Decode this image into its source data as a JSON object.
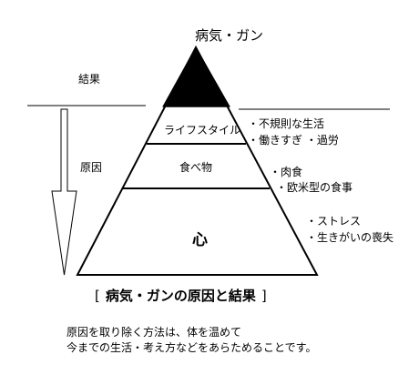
{
  "diagram": {
    "apex_label": "病気・ガン",
    "result_label": "結果",
    "cause_label": "原因",
    "layers": {
      "lifestyle": "ライフスタイル",
      "food": "食べ物",
      "heart": "心"
    },
    "bullets": {
      "lifestyle": [
        "・不規則な生活",
        "・働きすぎ ・過労"
      ],
      "food": [
        "・肉食",
        "・欧米型の食事"
      ],
      "heart": [
        "・ストレス",
        "・生きがいの喪失"
      ]
    },
    "caption": {
      "open_bracket": "[",
      "text": "病気・ガンの原因と結果",
      "close_bracket": "]"
    },
    "description": [
      "原因を取り除く方法は、体を温めて",
      "今までの生活・考え方などをあらためることです。"
    ],
    "colors": {
      "line": "#000000",
      "apex_fill": "#000000",
      "background": "#ffffff"
    }
  }
}
